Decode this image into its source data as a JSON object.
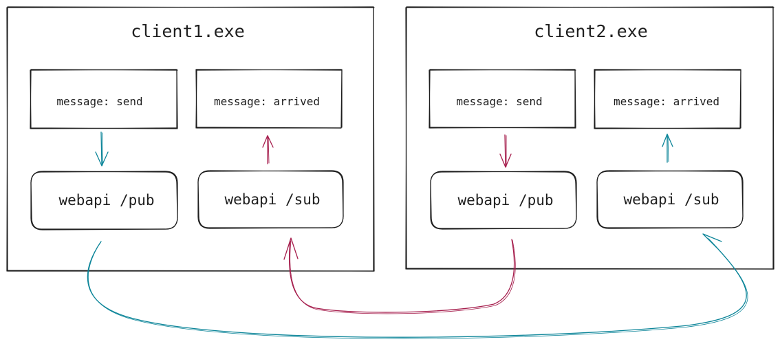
{
  "clients": [
    {
      "title": "client1.exe",
      "send_box": "message: send",
      "arrived_box": "message: arrived",
      "pub_api": "webapi /pub",
      "sub_api": "webapi /sub"
    },
    {
      "title": "client2.exe",
      "send_box": "message: send",
      "arrived_box": "message: arrived",
      "pub_api": "webapi /pub",
      "sub_api": "webapi /sub"
    }
  ],
  "colors": {
    "ink": "#1e1e1e",
    "teal": "#0c8599",
    "crimson": "#a61e4d",
    "background": "#ffffff"
  }
}
